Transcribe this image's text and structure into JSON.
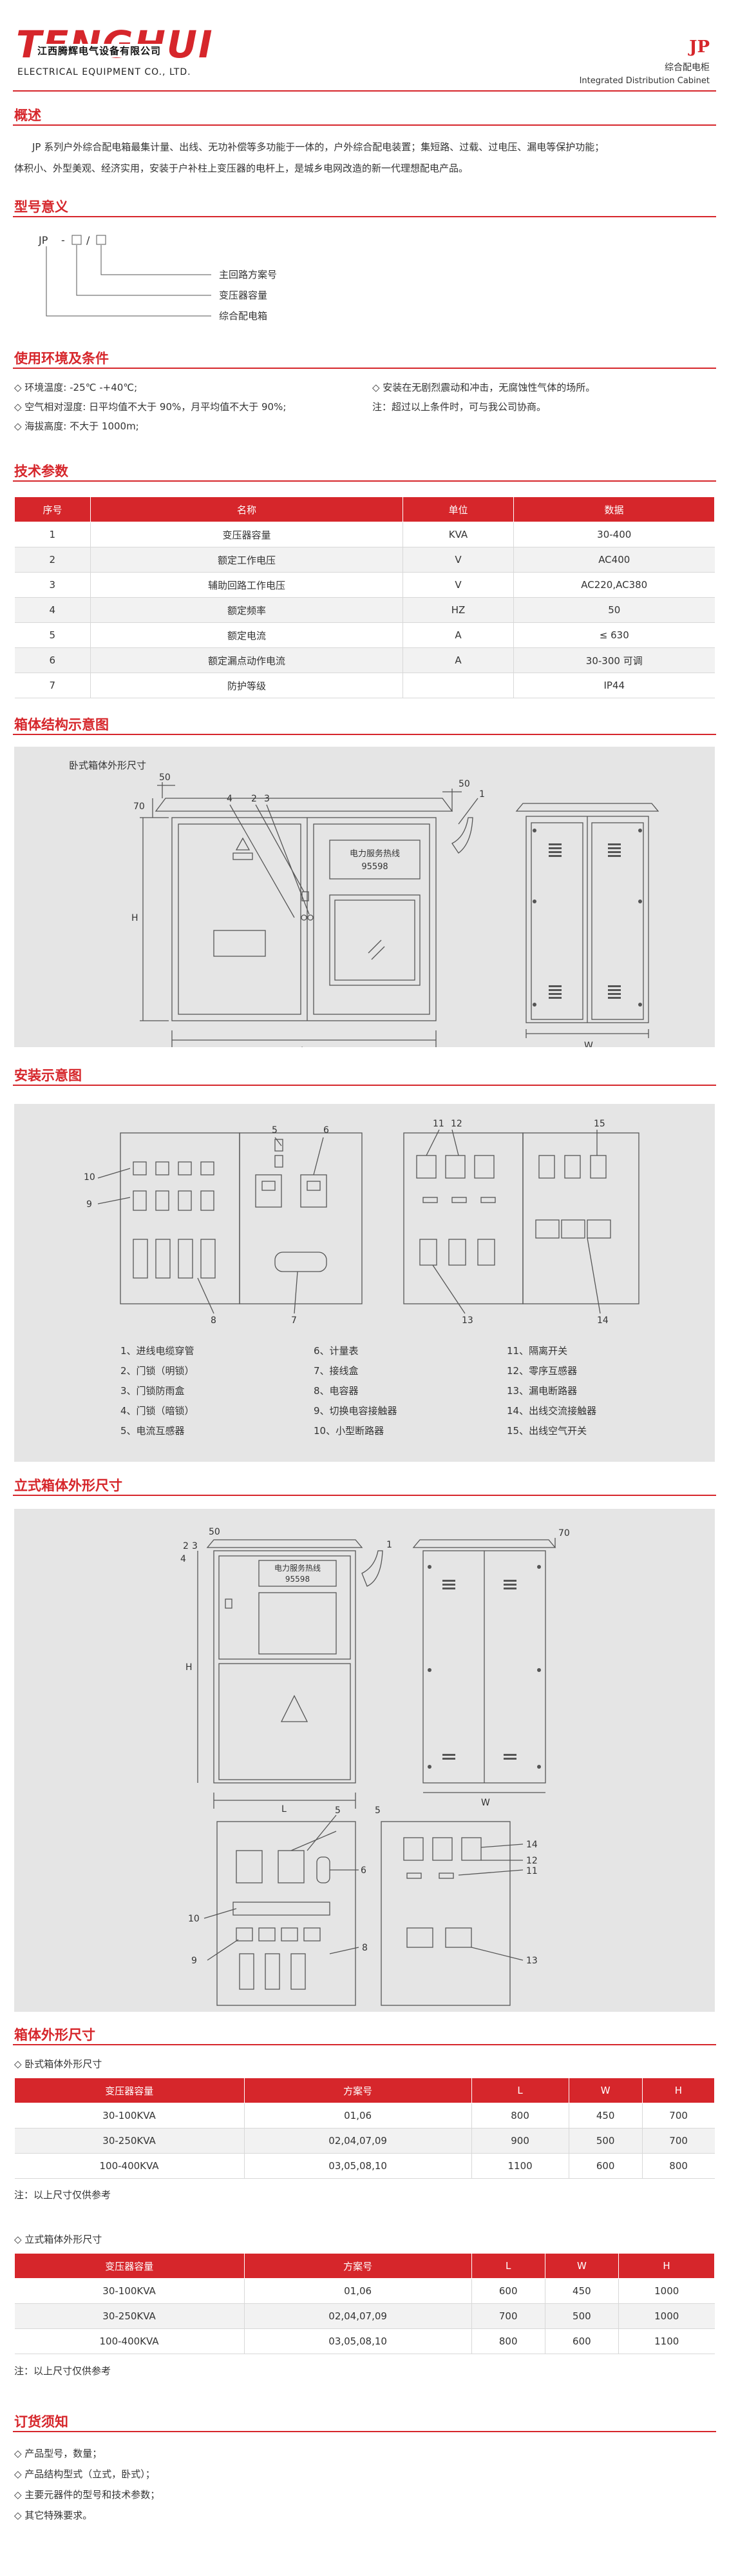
{
  "header": {
    "logo_text": "TENGHUI",
    "company_cn": "江西腾辉电气设备有限公司",
    "company_en": "ELECTRICAL EQUIPMENT CO., LTD.",
    "product_code": "JP",
    "product_cn": "综合配电柜",
    "product_en": "Integrated Distribution Cabinet"
  },
  "overview": {
    "title": "概述",
    "line1": "JP 系列户外综合配电箱最集计量、出线、无功补偿等多功能于一体的，户外综合配电装置；集短路、过载、过电压、漏电等保护功能；",
    "line2": "体积小、外型美观、经济实用，安装于户补柱上变压器的电杆上，是城乡电网改造的新一代理想配电产品。"
  },
  "model": {
    "title": "型号意义",
    "code": "JP - □ / □",
    "prefix": "JP",
    "dash": "-",
    "slash": "/",
    "label1": "主回路方案号",
    "label2": "变压器容量",
    "label3": "综合配电箱"
  },
  "environment": {
    "title": "使用环境及条件",
    "items_left": [
      "◇ 环境温度: -25℃ -+40℃;",
      "◇ 空气相对湿度: 日平均值不大于 90%，月平均值不大于 90%;",
      "◇ 海拔高度: 不大于 1000m;"
    ],
    "items_right": [
      "◇ 安装在无剧烈震动和冲击，无腐蚀性气体的场所。",
      "注：超过以上条件时，可与我公司协商。"
    ]
  },
  "tech": {
    "title": "技术参数",
    "headers": [
      "序号",
      "名称",
      "单位",
      "数据"
    ],
    "rows": [
      [
        "1",
        "变压器容量",
        "KVA",
        "30-400"
      ],
      [
        "2",
        "额定工作电压",
        "V",
        "AC400"
      ],
      [
        "3",
        "辅助回路工作电压",
        "V",
        "AC220,AC380"
      ],
      [
        "4",
        "额定频率",
        "HZ",
        "50"
      ],
      [
        "5",
        "额定电流",
        "A",
        "≤ 630"
      ],
      [
        "6",
        "额定漏点动作电流",
        "A",
        "30-300 可调"
      ],
      [
        "7",
        "防护等级",
        "",
        "IP44"
      ]
    ]
  },
  "structure": {
    "title": "箱体结构示意图",
    "caption": "卧式箱体外形尺寸",
    "dims": {
      "d50": "50",
      "d70": "70",
      "h": "H",
      "l": "L",
      "w": "W",
      "n1": "1",
      "n2": "2",
      "n3": "3",
      "n4": "4"
    },
    "sign_text": "电力服务热线",
    "sign_num": "95598"
  },
  "install": {
    "title": "安装示意图",
    "legend": [
      [
        "1、进线电缆穿管",
        "6、计量表",
        "11、隔离开关"
      ],
      [
        "2、门锁（明锁）",
        "7、接线盒",
        "12、零序互感器"
      ],
      [
        "3、门锁防雨盒",
        "8、电容器",
        "13、漏电断路器"
      ],
      [
        "4、门锁（暗锁）",
        "9、切换电容接触器",
        "14、出线交流接触器"
      ],
      [
        "5、电流互感器",
        "10、小型断路器",
        "15、出线空气开关"
      ]
    ],
    "labels": {
      "n5": "5",
      "n6": "6",
      "n7": "7",
      "n8": "8",
      "n9": "9",
      "n10": "10",
      "n11": "11",
      "n12": "12",
      "n13": "13",
      "n14": "14",
      "n15": "15"
    }
  },
  "vertical": {
    "title": "立式箱体外形尺寸",
    "dims": {
      "d50": "50",
      "d70": "70",
      "h": "H",
      "l": "L",
      "w": "W",
      "n1": "1",
      "n2": "2",
      "n3": "3",
      "n4": "4"
    },
    "sign_text": "电力服务热线",
    "sign_num": "95598",
    "labels": {
      "n5": "5",
      "n6": "6",
      "n8": "8",
      "n9": "9",
      "n10": "10",
      "n11": "11",
      "n12": "12",
      "n13": "13",
      "n14": "14"
    }
  },
  "dimensions": {
    "title": "箱体外形尺寸",
    "table1_caption": "◇ 卧式箱体外形尺寸",
    "table2_caption": "◇ 立式箱体外形尺寸",
    "headers": [
      "变压器容量",
      "方案号",
      "L",
      "W",
      "H"
    ],
    "table1": [
      [
        "30-100KVA",
        "01,06",
        "800",
        "450",
        "700"
      ],
      [
        "30-250KVA",
        "02,04,07,09",
        "900",
        "500",
        "700"
      ],
      [
        "100-400KVA",
        "03,05,08,10",
        "1100",
        "600",
        "800"
      ]
    ],
    "table2": [
      [
        "30-100KVA",
        "01,06",
        "600",
        "450",
        "1000"
      ],
      [
        "30-250KVA",
        "02,04,07,09",
        "700",
        "500",
        "1000"
      ],
      [
        "100-400KVA",
        "03,05,08,10",
        "800",
        "600",
        "1100"
      ]
    ],
    "note1": "注：以上尺寸仅供参考",
    "note2": "注：以上尺寸仅供参考"
  },
  "order": {
    "title": "订货须知",
    "items": [
      "◇ 产品型号，数量；",
      "◇ 产品结构型式（立式，卧式）；",
      "◇ 主要元器件的型号和技术参数；",
      "◇ 其它特殊要求。"
    ]
  },
  "colors": {
    "accent": "#d6262b",
    "drawing_bg": "#e5e5e5",
    "stroke": "#555555"
  }
}
